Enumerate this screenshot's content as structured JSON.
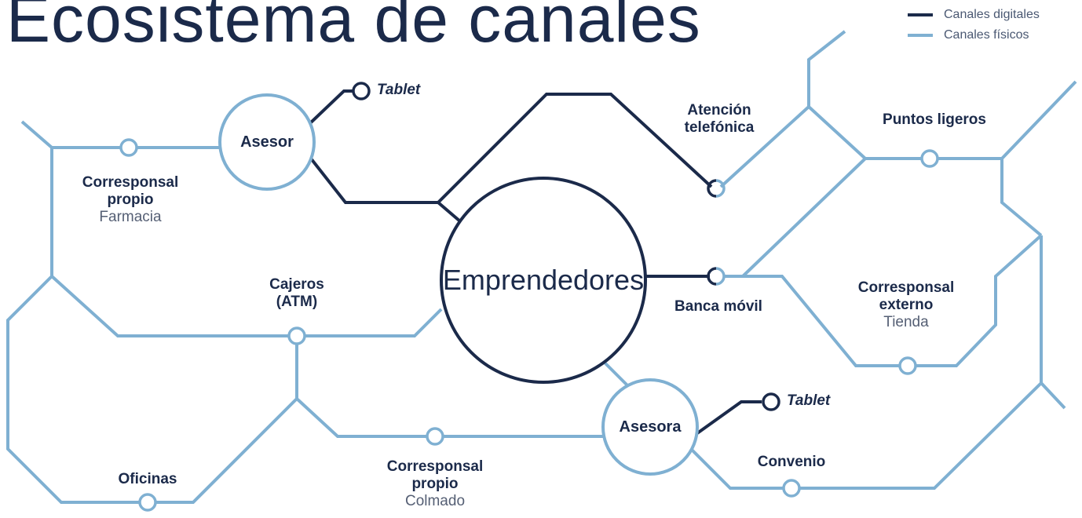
{
  "title": "Ecosistema de canales",
  "colors": {
    "digital": "#1b2a4a",
    "physical": "#7fb0d2",
    "text": "#1b2a4a",
    "subtext": "#555f74"
  },
  "legend": [
    {
      "label": "Canales digitales",
      "color": "#1b2a4a"
    },
    {
      "label": "Canales físicos",
      "color": "#7fb0d2"
    }
  ],
  "hub": {
    "label": "Emprendedores"
  },
  "advisors": {
    "asesor": "Asesor",
    "asesora": "Asesora"
  },
  "labels": {
    "tablet_top": "Tablet",
    "tablet_bottom": "Tablet",
    "atencion_line1": "Atención",
    "atencion_line2": "telefónica",
    "puntos_ligeros": "Puntos ligeros",
    "corresponsal_propio_farmacia": {
      "line1": "Corresponsal",
      "line2": "propio",
      "sub": "Farmacia"
    },
    "cajeros": {
      "line1": "Cajeros",
      "line2": "(ATM)"
    },
    "banca_movil": "Banca móvil",
    "corresponsal_externo": {
      "line1": "Corresponsal",
      "line2": "externo",
      "sub": "Tienda"
    },
    "convenio": "Convenio",
    "oficinas": "Oficinas",
    "corresponsal_propio_colmado": {
      "line1": "Corresponsal",
      "line2": "propio",
      "sub": "Colmado"
    }
  }
}
